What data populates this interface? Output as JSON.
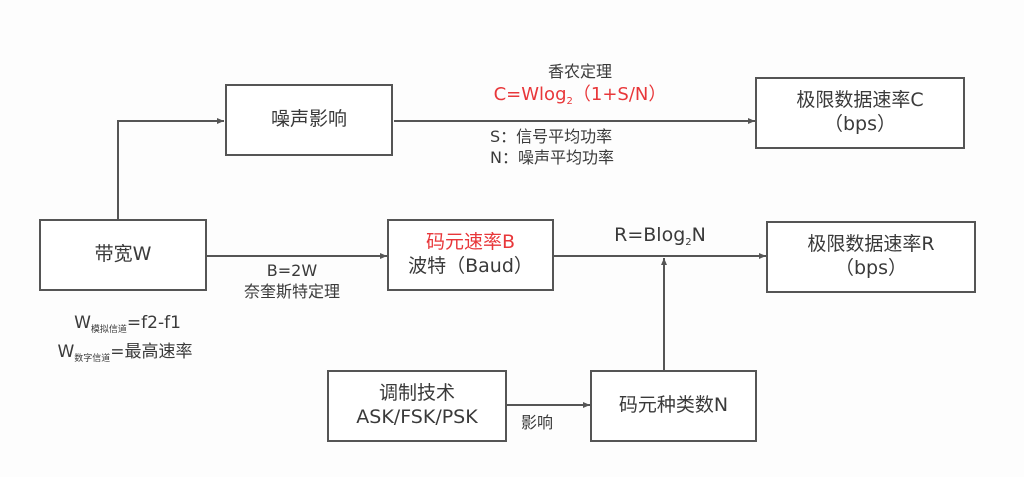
{
  "colors": {
    "line": "#555555",
    "highlight": "#e8373a",
    "text": "#3a3a3a"
  },
  "nodes": {
    "noise": {
      "label": "噪声影响"
    },
    "limit_c": {
      "line1": "极限数据速率C",
      "line2": "（bps）"
    },
    "bandwidth": {
      "label": "带宽W"
    },
    "symbol_rate": {
      "line1": "码元速率B",
      "line2": "波特（Baud）"
    },
    "limit_r": {
      "line1": "极限数据速率R",
      "line2": "（bps）"
    },
    "modulation": {
      "line1": "调制技术",
      "line2": "ASK/FSK/PSK"
    },
    "symbol_types": {
      "label": "码元种类数N"
    }
  },
  "edges": {
    "shannon": {
      "title": "香农定理",
      "formula_prefix": "C=Wlog",
      "formula_sub": "2",
      "formula_suffix": "（1+S/N）",
      "s_def": "S：信号平均功率",
      "n_def": "N：噪声平均功率"
    },
    "nyquist": {
      "formula": "B=2W",
      "title": "奈奎斯特定理"
    },
    "rate": {
      "prefix": "R=Blog",
      "sub": "2",
      "suffix": "N"
    },
    "influence": {
      "label": "影响"
    }
  },
  "notes": {
    "analog": {
      "var": "W",
      "sub": "模拟信道",
      "expr": "=f2-f1"
    },
    "digital": {
      "var": "W",
      "sub": "数字信道",
      "expr": "=最高速率"
    }
  }
}
